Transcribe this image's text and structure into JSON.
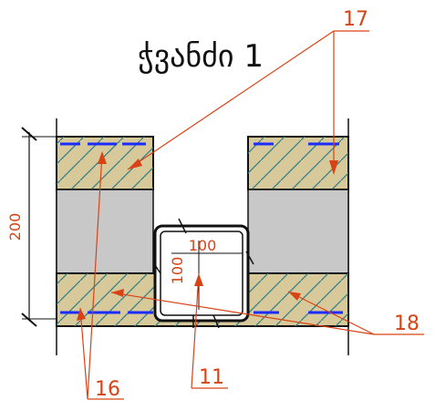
{
  "drawing": {
    "title": "ჭვანძი 1",
    "dimensions": {
      "overall_height": "200",
      "tube_width": "100",
      "tube_height": "100"
    },
    "callouts": {
      "c16": "16",
      "c17": "17",
      "c18": "18",
      "c11": "11"
    }
  },
  "colors": {
    "annotation": "#d84315",
    "wood_fill": "#d8c99a",
    "insulation_fill": "#c8c8c8",
    "hatch": "#2e7d87",
    "rebar": "#1a2cff",
    "outline": "#111111"
  }
}
